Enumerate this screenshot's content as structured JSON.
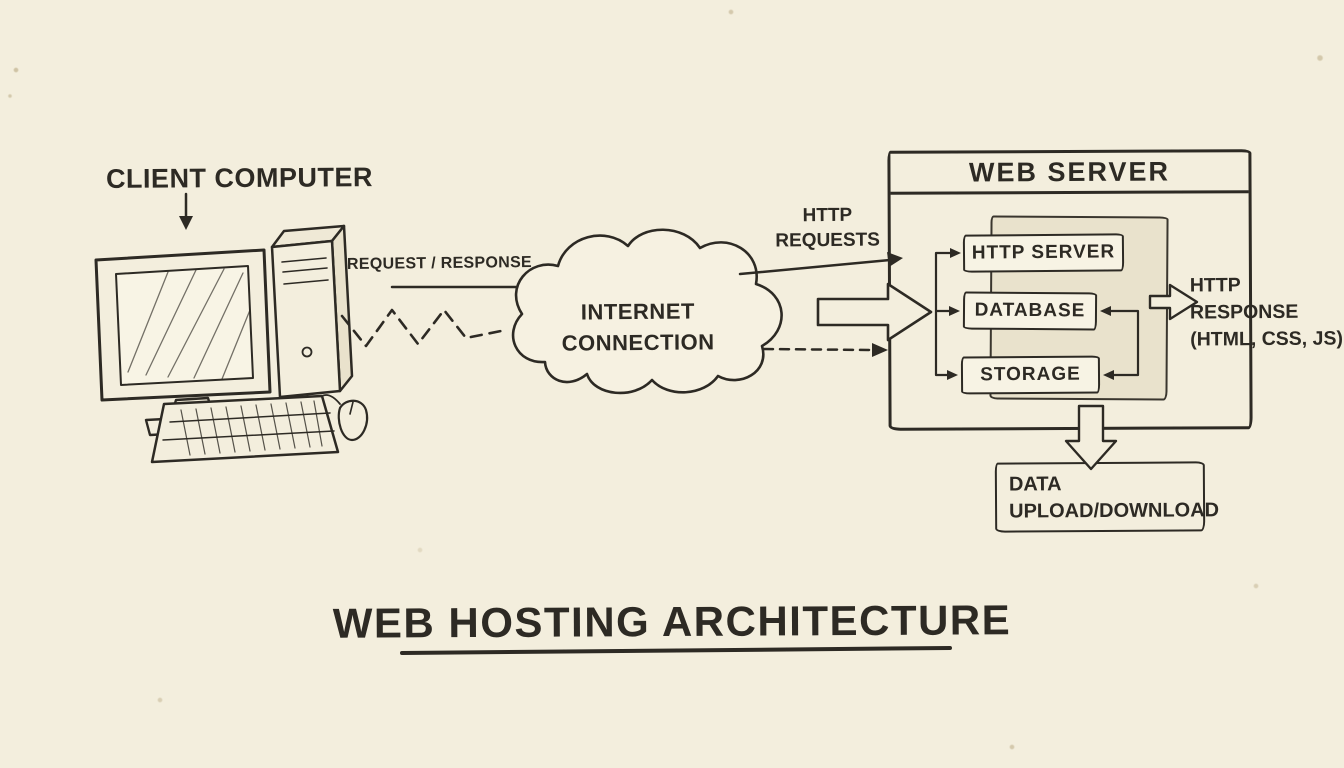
{
  "page": {
    "paper_color": "#f3eedd",
    "ink_color": "#2d2a24",
    "shade_color": "#e9e2cc"
  },
  "title": {
    "text": "WEB HOSTING ARCHITECTURE"
  },
  "client": {
    "label": "CLIENT COMPUTER"
  },
  "connection": {
    "request_response_label": "REQUEST / RESPONSE",
    "cloud_line1": "INTERNET",
    "cloud_line2": "CONNECTION",
    "http_requests_line1": "HTTP",
    "http_requests_line2": "REQUESTS"
  },
  "server": {
    "title": "WEB SERVER",
    "components": [
      {
        "label": "HTTP SERVER"
      },
      {
        "label": "DATABASE"
      },
      {
        "label": "STORAGE"
      }
    ],
    "http_response_line1": "HTTP RESPONSE",
    "http_response_line2": "(HTML, CSS, JS)",
    "data_transfer_line1": "DATA",
    "data_transfer_line2": "UPLOAD/DOWNLOAD"
  }
}
